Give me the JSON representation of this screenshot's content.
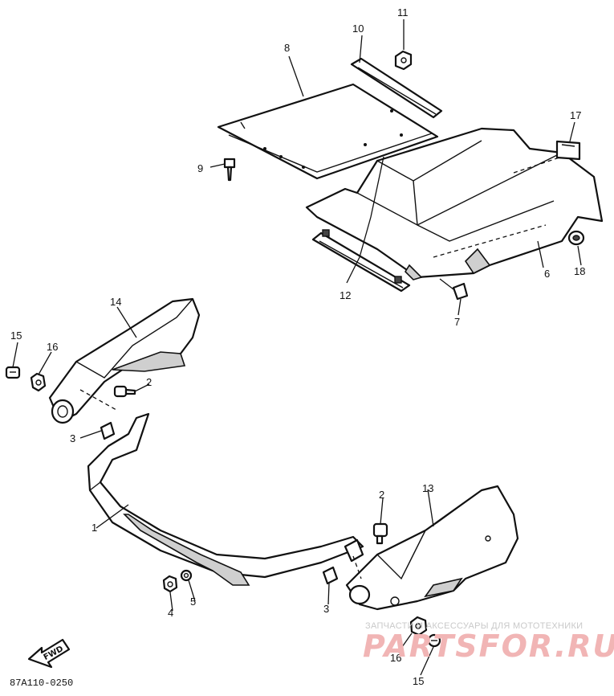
{
  "drawing_number": "87A110-0250",
  "direction_label": "FWD",
  "watermark": {
    "tagline": "ЗАПЧАСТИ И АКСЕССУАРЫ ДЛЯ МОТОТЕХНИКИ",
    "brand": "PARTSFOR.RU"
  },
  "callouts": {
    "c1": "1",
    "c2a": "2",
    "c2b": "2",
    "c3a": "3",
    "c3b": "3",
    "c4": "4",
    "c5": "5",
    "c6": "6",
    "c7": "7",
    "c8": "8",
    "c9": "9",
    "c10": "10",
    "c11": "11",
    "c12": "12",
    "c13": "13",
    "c14": "14",
    "c15a": "15",
    "c15b": "15",
    "c16a": "16",
    "c16b": "16",
    "c17": "17",
    "c18": "18"
  }
}
